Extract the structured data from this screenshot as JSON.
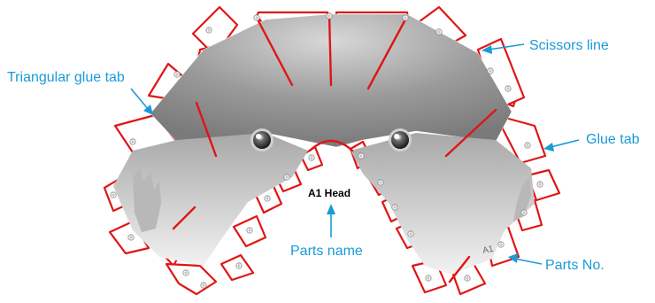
{
  "callouts": {
    "scissors_line": "Scissors line",
    "triangular_glue_tab": "Triangular glue tab",
    "glue_tab": "Glue tab",
    "parts_name_label": "Parts name",
    "parts_no_label": "Parts No."
  },
  "part": {
    "name": "A1 Head",
    "number": "A1"
  },
  "colors": {
    "cut_line": "#e01515",
    "callout": "#1a9ad6",
    "body_shading": "#8c8c8c"
  },
  "icons": [
    "cross-mark-icon",
    "eye-icon"
  ]
}
